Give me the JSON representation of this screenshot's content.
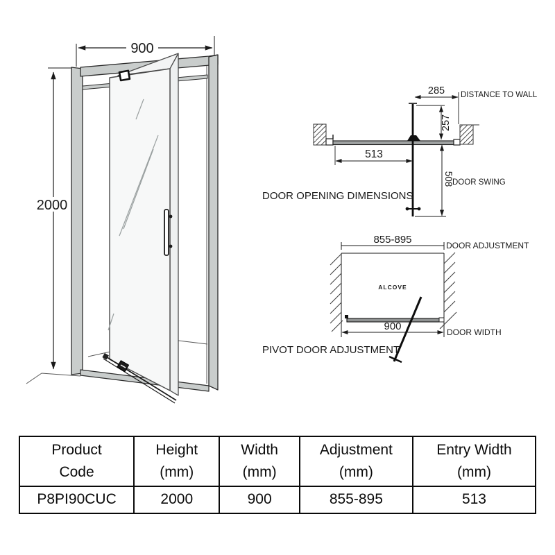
{
  "elevation": {
    "width_dim": "900",
    "height_dim": "2000"
  },
  "opening": {
    "title": "DOOR OPENING DIMENSIONS",
    "dim_distance_to_wall": "285",
    "label_distance_to_wall": "DISTANCE TO WALL",
    "dim_return": "257",
    "dim_entry": "513",
    "dim_swing": "508",
    "label_swing": "DOOR SWING"
  },
  "adjustment": {
    "title": "PIVOT DOOR ADJUSTMENT",
    "dim_range": "855-895",
    "label_adjustment": "DOOR ADJUSTMENT",
    "label_alcove": "ALCOVE",
    "dim_width": "900",
    "label_width": "DOOR WIDTH"
  },
  "spec_table": {
    "headers": [
      {
        "line1": "Product",
        "line2": "Code"
      },
      {
        "line1": "Height",
        "line2": "(mm)"
      },
      {
        "line1": "Width",
        "line2": "(mm)"
      },
      {
        "line1": "Adjustment",
        "line2": "(mm)"
      },
      {
        "line1": "Entry Width",
        "line2": "(mm)"
      }
    ],
    "row": [
      "P8PI90CUC",
      "2000",
      "900",
      "855-895",
      "513"
    ]
  },
  "colors": {
    "line": "#1a1a1a",
    "frame_gray": "#c9cdcc",
    "glass": "#f7f8f8",
    "bar_gray": "#9fa2a2"
  }
}
